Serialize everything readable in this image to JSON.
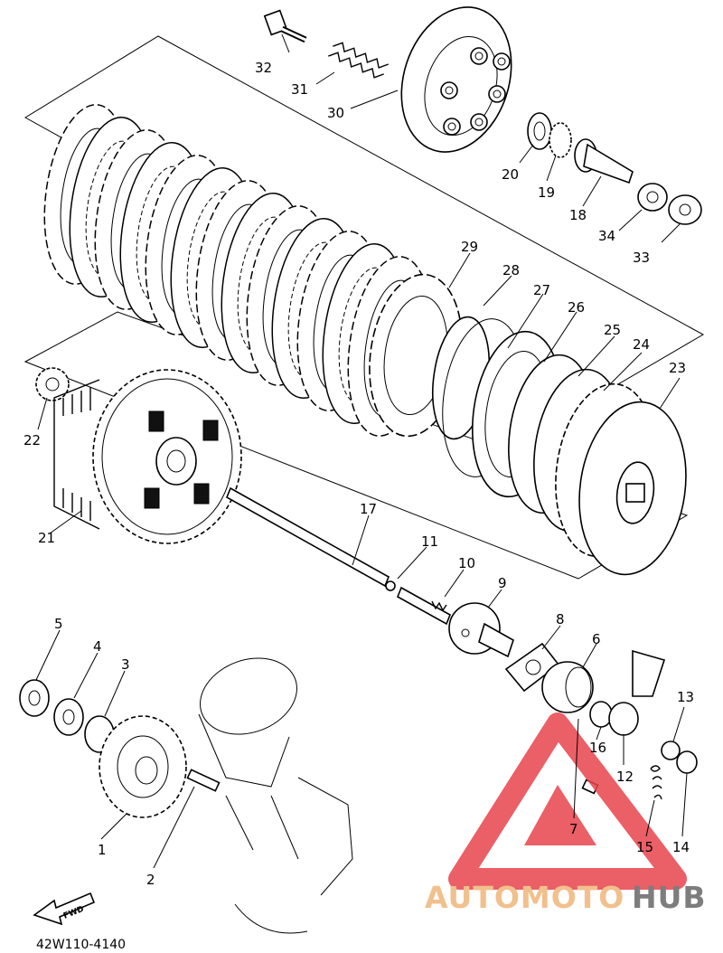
{
  "diagram": {
    "drawing_code": "42W110-4140",
    "forward_arrow_label": "FWD",
    "watermark": {
      "part1": "AUTOMOTO",
      "part2": "HUB",
      "color_primary": "#e8434c",
      "color_secondary": "#7d7d7d"
    },
    "callouts": [
      {
        "id": "1",
        "label": "1"
      },
      {
        "id": "2",
        "label": "2"
      },
      {
        "id": "3",
        "label": "3"
      },
      {
        "id": "4",
        "label": "4"
      },
      {
        "id": "5",
        "label": "5"
      },
      {
        "id": "6",
        "label": "6"
      },
      {
        "id": "7",
        "label": "7"
      },
      {
        "id": "8",
        "label": "8"
      },
      {
        "id": "9",
        "label": "9"
      },
      {
        "id": "10",
        "label": "10"
      },
      {
        "id": "11",
        "label": "11"
      },
      {
        "id": "12",
        "label": "12"
      },
      {
        "id": "13",
        "label": "13"
      },
      {
        "id": "14",
        "label": "14"
      },
      {
        "id": "15",
        "label": "15"
      },
      {
        "id": "16",
        "label": "16"
      },
      {
        "id": "17",
        "label": "17"
      },
      {
        "id": "18",
        "label": "18"
      },
      {
        "id": "19",
        "label": "19"
      },
      {
        "id": "20",
        "label": "20"
      },
      {
        "id": "21",
        "label": "21"
      },
      {
        "id": "22",
        "label": "22"
      },
      {
        "id": "23",
        "label": "23"
      },
      {
        "id": "24",
        "label": "24"
      },
      {
        "id": "25",
        "label": "25"
      },
      {
        "id": "26",
        "label": "26"
      },
      {
        "id": "27",
        "label": "27"
      },
      {
        "id": "28",
        "label": "28"
      },
      {
        "id": "29",
        "label": "29"
      },
      {
        "id": "30",
        "label": "30"
      },
      {
        "id": "31",
        "label": "31"
      },
      {
        "id": "32",
        "label": "32"
      },
      {
        "id": "33",
        "label": "33"
      },
      {
        "id": "34",
        "label": "34"
      }
    ]
  }
}
